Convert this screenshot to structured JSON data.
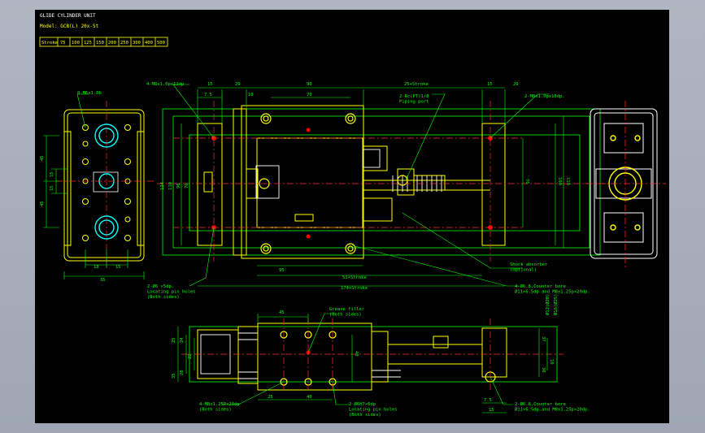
{
  "header": {
    "title": "GLIDE CYLINDER UNIT",
    "model": "Model: GCB(L) 20x-St"
  },
  "stroke_table": {
    "label": "Stroke",
    "values": [
      "75",
      "100",
      "125",
      "150",
      "200",
      "250",
      "300",
      "400",
      "500"
    ]
  },
  "notes": {
    "tap_front_left": "8-M6x1.0b",
    "tap_top_left": "4-M8x1.0px12dp",
    "piping_port": "2-Rc(PT)1/8\nPiping port",
    "tap_top_right": "2-M8x1.0px10dp.",
    "locating_pin_top": "2-Ø6 ×5dp.\nLocating pin holes\n(Both sides)",
    "shock_absorber": "Shock absorber\n(Optional)",
    "counter_bore_top": "4-Ø6.8,Counter bore\nØ11×6.5dp and M8x1.25p×20dp.",
    "grease_filler": "Grease filler\n(Both sides)",
    "tap_bottom_left": "4-M8x1.25P×20dp\n(Both sides)",
    "locating_pin_bottom": "2-Ø6H7×6dp\nLocating pin holes\n(Both sides)",
    "counter_bore_bottom": "2-Ø6.8,Counter bore\nØ11×6.5dp.and M8x1.25p×20dp."
  },
  "dimensions": {
    "top_15a": "15",
    "top_29a": "29",
    "top_90": "90",
    "top_stroke": "25+Stroke",
    "top_15b": "15",
    "top_29b": "29",
    "top_7_5": "7.5",
    "top_10": "10",
    "top_70": "70",
    "left_45a": "45",
    "left_15a": "15",
    "left_15b": "15",
    "left_45b": "45",
    "bot_18": "18",
    "bot_15": "15",
    "bot_35": "35",
    "v_124": "124",
    "v_110": "110",
    "v_90": "90",
    "v_76": "76",
    "r_76": "76",
    "r_100": "100",
    "r_110": "110",
    "h_95": "95",
    "h_51_stroke": "51+Stroke",
    "h_174_stroke": "174+Stroke",
    "b_45": "45",
    "b_25": "25",
    "b_40": "40",
    "b_7_5": "7.5",
    "b_15": "15",
    "bl_25": "25",
    "bl_24": "24",
    "bl_35": "35",
    "bl_28": "28",
    "bl_22": "22",
    "br_40": "40",
    "br_37": "37",
    "br_30": "30",
    "br_10": "10",
    "rod_d1": "Ø12(Ø20)",
    "rod_d2": "Ø16(Ø25)"
  },
  "colors": {
    "background": "#000000",
    "outline": "#ffff00",
    "dimension": "#00ff00",
    "center": "#ff3030",
    "hole": "#ff0000",
    "bore": "#00ffff",
    "white": "#ffffff"
  }
}
